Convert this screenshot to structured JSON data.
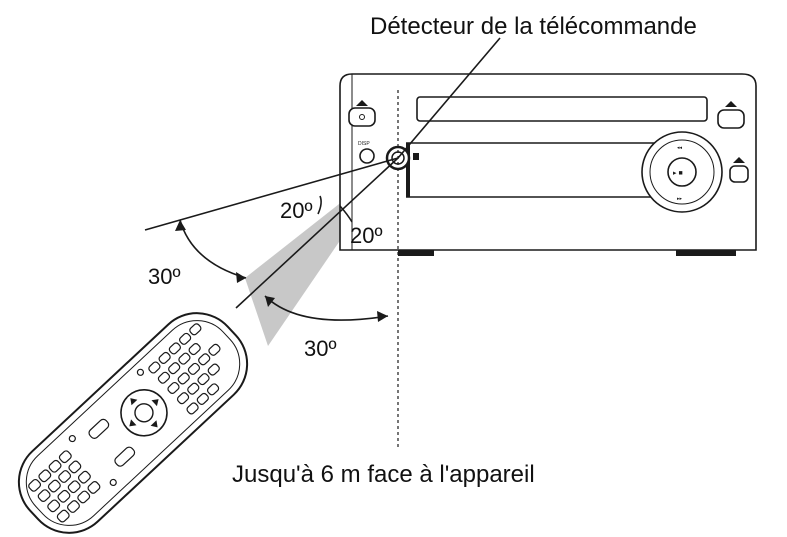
{
  "labels": {
    "sensor_caption": "Détecteur de la télécommande",
    "range_caption": "Jusqu'à 6 m face à l'appareil",
    "angle_inner_upper": "20º",
    "angle_inner_lower": "20º",
    "angle_outer_left": "30º",
    "angle_outer_bottom": "30º"
  },
  "colors": {
    "stroke": "#1a1a1a",
    "cone_fill": "#c8c8c8",
    "background": "#ffffff"
  },
  "icons": {
    "remote": "remote-control-icon",
    "unit": "stereo-unit-icon",
    "sensor": "ir-sensor-icon"
  }
}
